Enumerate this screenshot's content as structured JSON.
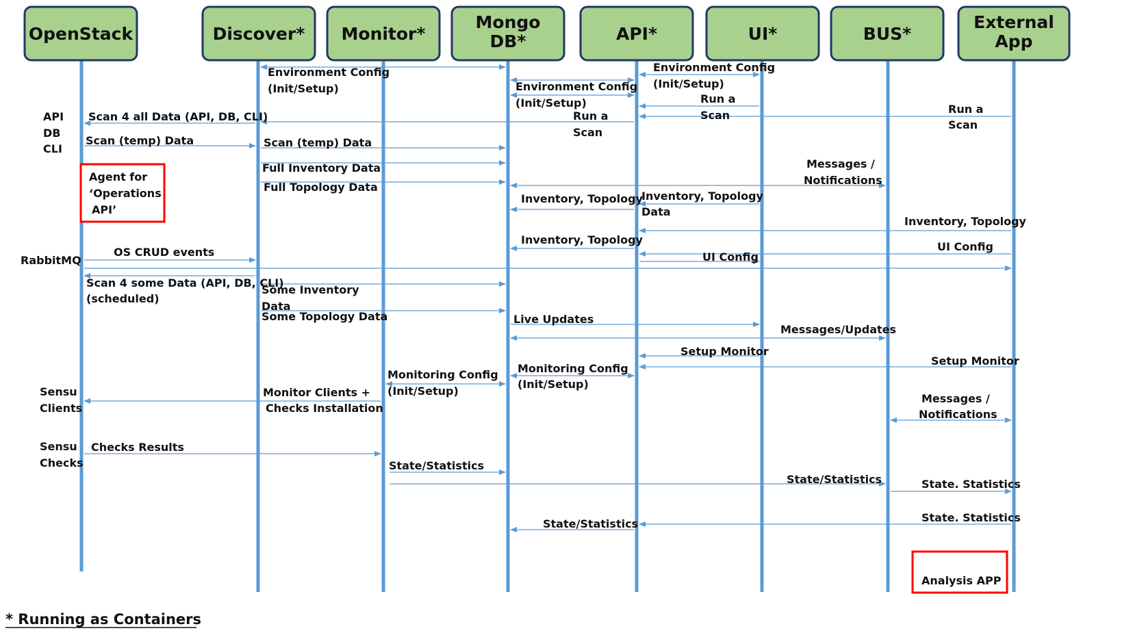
{
  "colors": {
    "header_fill": "#a9d18e",
    "header_stroke": "#1f3864",
    "lifeline": "#5b9bd5",
    "arrow": "#5b9bd5",
    "highlight": "#ff0000",
    "text": "#111111"
  },
  "lifelines": [
    {
      "id": "openstack",
      "lines": [
        "OpenStack"
      ]
    },
    {
      "id": "discover",
      "lines": [
        "Discover*"
      ]
    },
    {
      "id": "monitor",
      "lines": [
        "Monitor*"
      ]
    },
    {
      "id": "mongodb",
      "lines": [
        "Mongo",
        "DB*"
      ]
    },
    {
      "id": "api",
      "lines": [
        "API*"
      ]
    },
    {
      "id": "ui",
      "lines": [
        "UI*"
      ]
    },
    {
      "id": "bus",
      "lines": [
        "BUS*"
      ]
    },
    {
      "id": "external",
      "lines": [
        "External",
        "App"
      ]
    }
  ],
  "messages": [
    {
      "id": "discover-mongo-env",
      "from": "mongodb",
      "to": "discover",
      "both": true
    },
    {
      "id": "discover-env-config",
      "from": "discover",
      "to": "discover",
      "label": [
        "Environment Config",
        "(Init/Setup)"
      ]
    },
    {
      "id": "ui-api-env-config",
      "from": "ui",
      "to": "api",
      "both": true,
      "label": [
        "Environment Config",
        "(Init/Setup)"
      ]
    },
    {
      "id": "api-mongo-env-config",
      "from": "mongodb",
      "to": "api",
      "both": true,
      "label": [
        "Environment Config",
        "(Init/Setup)"
      ]
    },
    {
      "id": "ui-api-run-scan",
      "from": "ui",
      "to": "api",
      "label": [
        "Run a",
        "Scan"
      ]
    },
    {
      "id": "ext-api-run-scan",
      "from": "external",
      "to": "api",
      "label": [
        "Run a",
        "Scan"
      ]
    },
    {
      "id": "api-discover-run-scan",
      "from": "api",
      "to": "discover",
      "label": [
        "Run a",
        "Scan"
      ]
    },
    {
      "id": "discover-os-scan-all",
      "from": "discover",
      "to": "openstack",
      "label": [
        "Scan 4 all Data (API, DB, CLI)"
      ]
    },
    {
      "id": "os-discover-scan-temp",
      "from": "openstack",
      "to": "discover",
      "label": [
        "Scan (temp) Data"
      ]
    },
    {
      "id": "discover-mongo-scan-temp",
      "from": "discover",
      "to": "mongodb",
      "label": [
        "Scan (temp) Data"
      ]
    },
    {
      "id": "discover-mongo-full-inventory",
      "from": "discover",
      "to": "mongodb",
      "label": [
        "Full Inventory Data"
      ]
    },
    {
      "id": "discover-mongo-full-topology",
      "from": "discover",
      "to": "mongodb",
      "label": [
        "Full Topology  Data"
      ]
    },
    {
      "id": "mongo-bus-messages",
      "from": "mongodb",
      "to": "bus",
      "both": true,
      "label": [
        "Messages /",
        "Notifications"
      ]
    },
    {
      "id": "ui-api-inventory-topology-data",
      "from": "ui",
      "to": "api",
      "label": [
        "Inventory, Topology",
        "Data"
      ]
    },
    {
      "id": "api-mongo-inventory-topology-1",
      "from": "api",
      "to": "mongodb",
      "label": [
        "Inventory, Topology"
      ]
    },
    {
      "id": "ext-api-inventory-topology",
      "from": "external",
      "to": "api",
      "label": [
        "Inventory, Topology"
      ]
    },
    {
      "id": "api-mongo-inventory-topology-2",
      "from": "api",
      "to": "mongodb",
      "label": [
        "Inventory, Topology"
      ]
    },
    {
      "id": "ext-api-ui-config",
      "from": "external",
      "to": "api",
      "label": [
        "UI Config"
      ]
    },
    {
      "id": "os-discover-crud",
      "from": "openstack",
      "to": "discover",
      "label": [
        "OS CRUD events"
      ]
    },
    {
      "id": "api-ui-ui-config",
      "from": "api",
      "to": "ui",
      "label": [
        "UI Config"
      ]
    },
    {
      "id": "os-external-line",
      "from": "openstack",
      "to": "external"
    },
    {
      "id": "discover-os-scan-some",
      "from": "discover",
      "to": "openstack",
      "label": [
        "Scan 4 some Data (API, DB, CLI)",
        "(scheduled)"
      ]
    },
    {
      "id": "discover-mongo-some-inventory",
      "from": "discover",
      "to": "mongodb",
      "label": [
        "Some Inventory",
        "Data"
      ]
    },
    {
      "id": "discover-mongo-some-topology",
      "from": "discover",
      "to": "mongodb",
      "label": [
        "Some Topology  Data"
      ]
    },
    {
      "id": "mongo-ui-live-updates",
      "from": "mongodb",
      "to": "ui",
      "label": [
        "Live Updates"
      ]
    },
    {
      "id": "mongo-bus-updates",
      "from": "mongodb",
      "to": "bus",
      "both": true,
      "label": [
        "Messages/Updates"
      ]
    },
    {
      "id": "ui-api-setup-monitor",
      "from": "ui",
      "to": "api",
      "label": [
        "Setup Monitor"
      ]
    },
    {
      "id": "ext-api-setup-monitor",
      "from": "external",
      "to": "api",
      "label": [
        "Setup Monitor"
      ]
    },
    {
      "id": "api-mongo-monitoring-config",
      "from": "mongodb",
      "to": "api",
      "both": true,
      "label": [
        "Monitoring  Config",
        "(Init/Setup)"
      ]
    },
    {
      "id": "monitor-mongo-monitoring-config",
      "from": "monitor",
      "to": "mongodb",
      "both": true,
      "label": [
        "Monitoring  Config",
        "(Init/Setup)"
      ]
    },
    {
      "id": "monitor-os-clients",
      "from": "monitor",
      "to": "openstack",
      "label": [
        "Monitor Clients +",
        "Checks Installation"
      ]
    },
    {
      "id": "bus-ext-messages",
      "from": "bus",
      "to": "external",
      "both": true,
      "label": [
        "Messages /",
        "Notifications"
      ]
    },
    {
      "id": "os-monitor-checks",
      "from": "openstack",
      "to": "monitor",
      "label": [
        "Checks Results"
      ]
    },
    {
      "id": "monitor-mongo-state",
      "from": "monitor",
      "to": "mongodb",
      "label": [
        "State/Statistics"
      ]
    },
    {
      "id": "monitor-bus-state",
      "from": "monitor",
      "to": "bus",
      "label": [
        "State/Statistics"
      ]
    },
    {
      "id": "bus-ext-state",
      "from": "bus",
      "to": "external",
      "label": [
        "State. Statistics"
      ]
    },
    {
      "id": "ext-mongo-state",
      "from": "external",
      "to": "mongodb",
      "label": [
        "State. Statistics"
      ]
    },
    {
      "id": "api-mongo-state",
      "from": "api",
      "to": "mongodb",
      "label": [
        "State/Statistics"
      ]
    }
  ],
  "side_labels": [
    {
      "id": "api-db-cli",
      "lines": [
        "API",
        "DB",
        "CLI"
      ]
    },
    {
      "id": "rabbitmq",
      "lines": [
        "RabbitMQ"
      ]
    },
    {
      "id": "sensu-clients",
      "lines": [
        "Sensu",
        "Clients"
      ]
    },
    {
      "id": "sensu-checks",
      "lines": [
        "Sensu",
        "Checks"
      ]
    }
  ],
  "notes": [
    {
      "id": "agent-note",
      "lines": [
        "Agent for",
        "‘Operations",
        "API’"
      ]
    },
    {
      "id": "analysis-note",
      "lines": [
        "Analysis APP"
      ]
    }
  ],
  "footnote": "* Running as Containers"
}
